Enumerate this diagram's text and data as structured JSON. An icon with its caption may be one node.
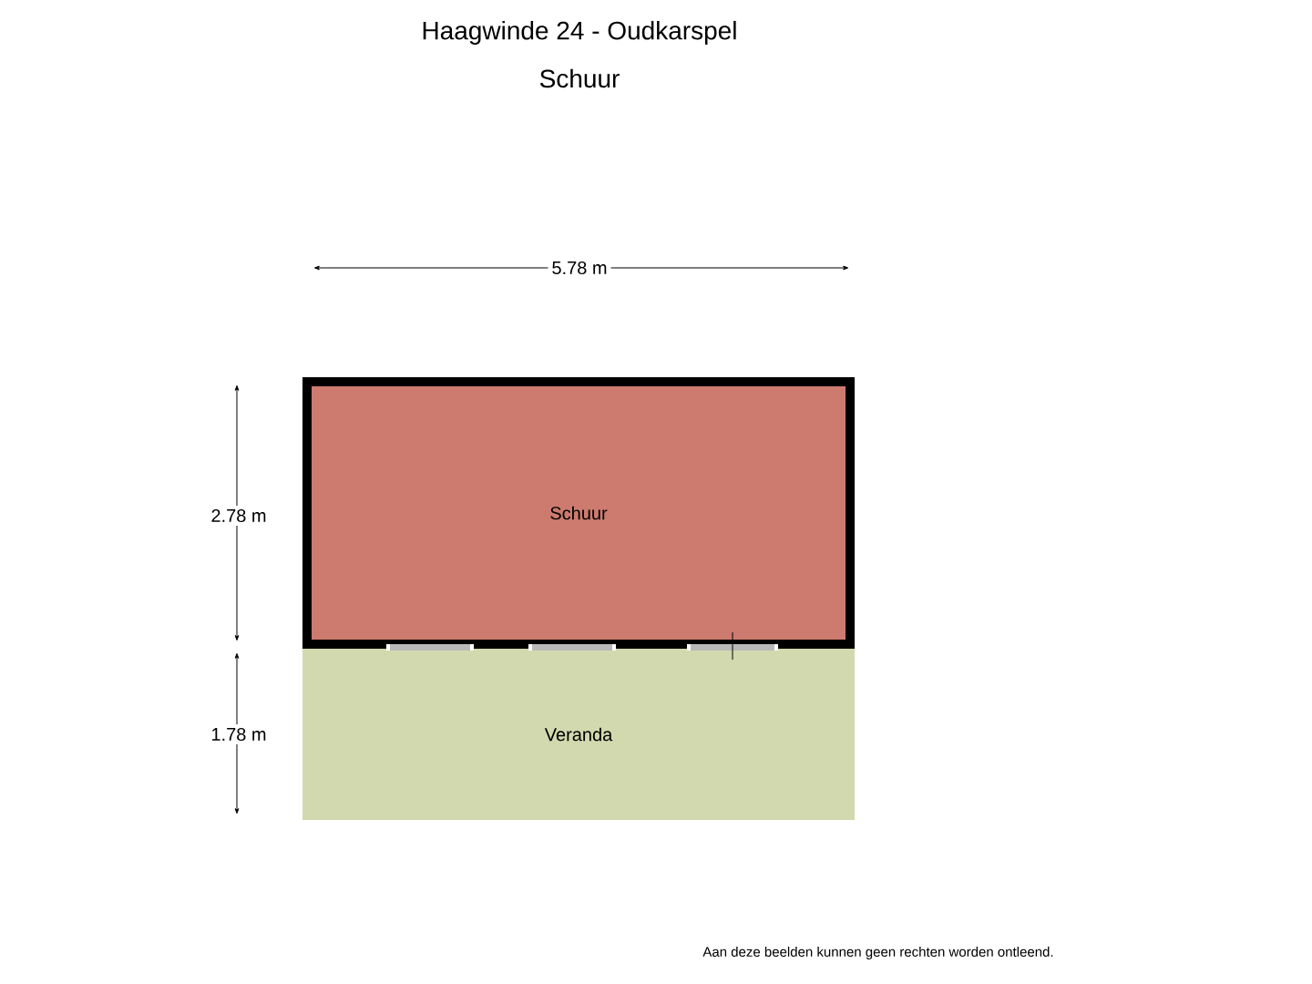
{
  "diagram": {
    "title": "Haagwinde 24 - Oudkarspel",
    "nodes": [
      {
        "text": [
          "Schuur"
        ]
      },
      {
        "text": [
          "Veranda"
        ]
      }
    ],
    "edges": [],
    "labels": [
      "Schuur",
      "5.78 m",
      "2.78 m",
      "1.78 m",
      "Aan deze beelden kunnen geen rechten worden ontleend."
    ]
  }
}
